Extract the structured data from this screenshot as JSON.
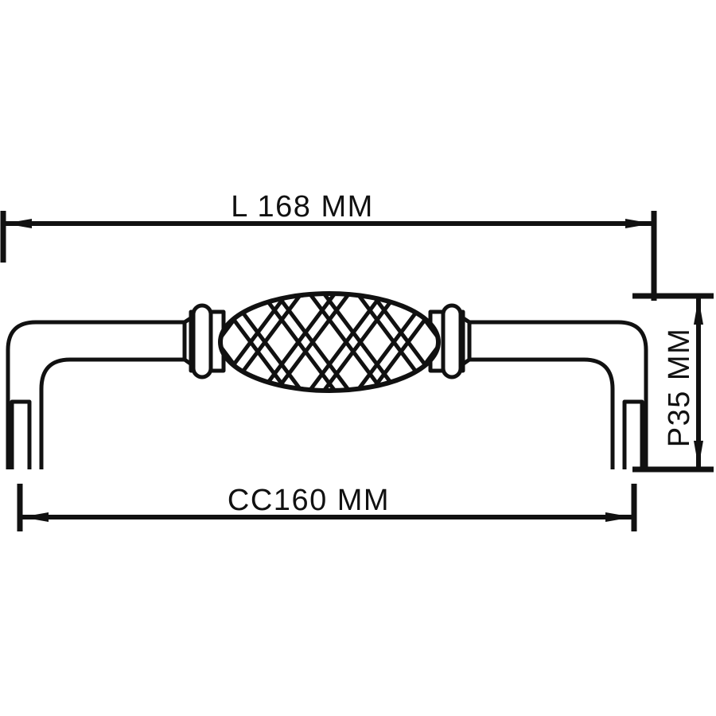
{
  "drawing": {
    "title": "Cabinet pull handle dimensioned drawing",
    "subject": "birdcage-lattice-cabinet-pull-handle",
    "background_color": "#FFFFFF",
    "line_color": "#111111"
  },
  "dimensions": {
    "overall_length": {
      "label": "L 168 MM",
      "value": 168,
      "unit": "MM",
      "symbol": "L",
      "orientation": "horizontal",
      "position": "top"
    },
    "center_to_center": {
      "label": "CC160 MM",
      "value": 160,
      "unit": "MM",
      "symbol": "CC",
      "orientation": "horizontal",
      "position": "bottom"
    },
    "projection": {
      "label": "P35 MM",
      "value": 35,
      "unit": "MM",
      "symbol": "P",
      "orientation": "vertical-rotated",
      "position": "right"
    }
  },
  "handle": {
    "center_barrel": {
      "name": "lattice-barrel",
      "pattern": "diamond-lattice",
      "shape": "ellipse"
    },
    "collars": {
      "left": "left-collar-rings",
      "right": "right-collar-rings"
    },
    "legs": {
      "left": "left-mounting-leg",
      "right": "right-mounting-leg"
    },
    "posts": {
      "left": "left-mounting-post",
      "right": "right-mounting-post"
    }
  }
}
